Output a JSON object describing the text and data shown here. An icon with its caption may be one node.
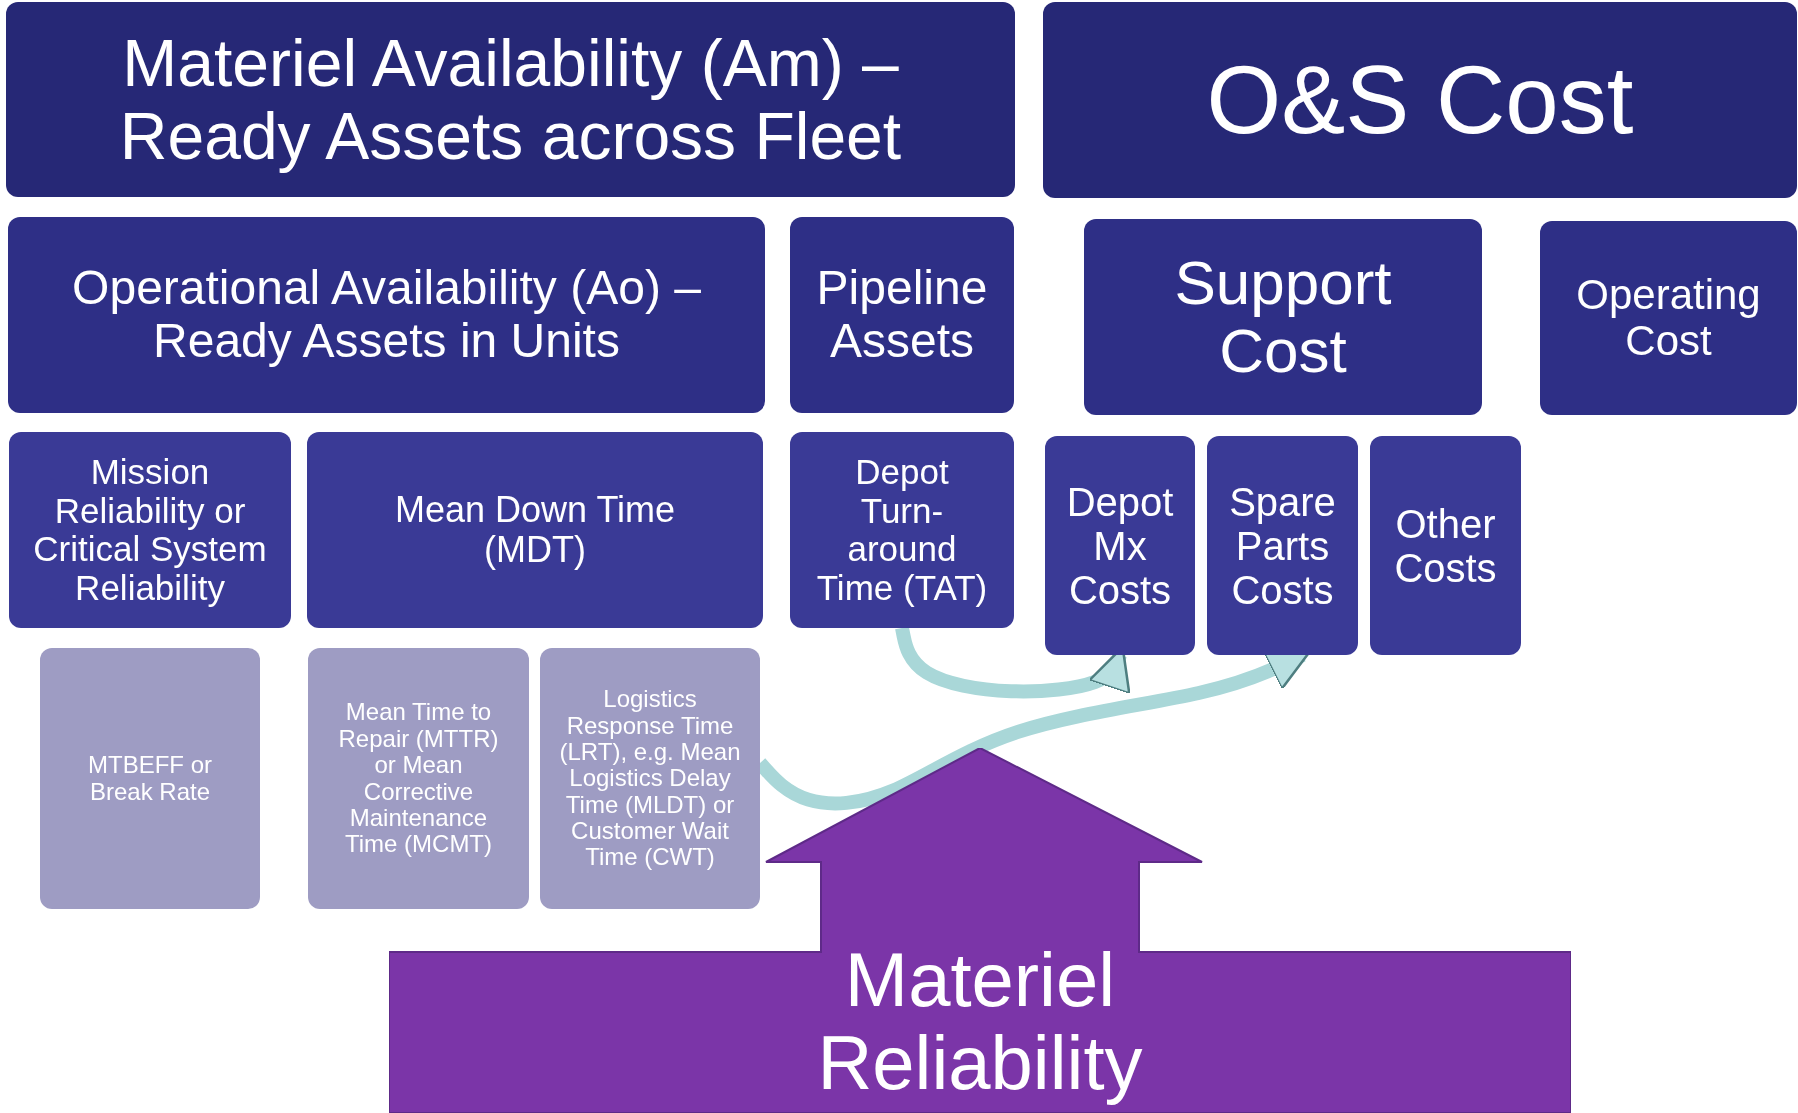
{
  "diagram": {
    "nodes": [
      {
        "text": [
          "Materiel Availability (Am) – Ready Assets across Fleet"
        ]
      },
      {
        "text": [
          "O&S Cost"
        ]
      },
      {
        "text": [
          "Operational Availability (Ao) – Ready Assets in Units"
        ]
      },
      {
        "text": [
          "Pipeline Assets"
        ]
      },
      {
        "text": [
          "Support Cost"
        ]
      },
      {
        "text": [
          "Operating Cost"
        ]
      },
      {
        "text": [
          "Mission Reliability or Critical System Reliability"
        ]
      },
      {
        "text": [
          "Mean Down Time (MDT)"
        ]
      },
      {
        "text": [
          "Depot Turn-around Time (TAT)"
        ]
      },
      {
        "text": [
          "Depot Mx Costs"
        ]
      },
      {
        "text": [
          "Spare Parts Costs"
        ]
      },
      {
        "text": [
          "Other Costs"
        ]
      },
      {
        "text": [
          "MTBEFF or Break Rate"
        ]
      },
      {
        "text": [
          "Mean Time to Repair (MTTR) or Mean Corrective Maintenance Time (MCMT)"
        ]
      },
      {
        "text": [
          "Logistics Response Time (LRT), e.g. Mean Logistics Delay Time (MLDT) or Customer Wait Time (CWT)"
        ]
      },
      {
        "text": [
          "Materiel Reliability"
        ]
      }
    ],
    "edges": [
      {
        "from": 8,
        "to": 9,
        "arrow": "to"
      },
      {
        "from": 14,
        "to": 10,
        "arrow": "to"
      }
    ]
  }
}
